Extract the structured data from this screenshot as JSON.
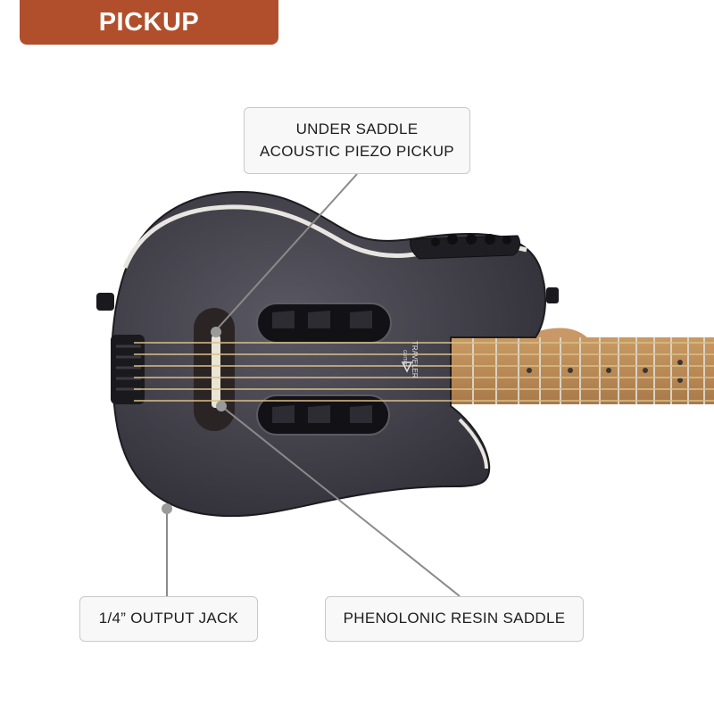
{
  "header": {
    "title": "PICKUP"
  },
  "callouts": {
    "piezo": {
      "line1": "UNDER SADDLE",
      "line2": "ACOUSTIC PIEZO PICKUP"
    },
    "output_jack": {
      "label": "1/4” OUTPUT JACK"
    },
    "saddle": {
      "label": "PHENOLONIC RESIN SADDLE"
    }
  },
  "brand": {
    "name": "TRAVELER",
    "sub": "GUITAR"
  },
  "colors": {
    "banner": "#b14f2c",
    "body": "#4a4852",
    "binding": "#e8e6e0",
    "fretboard": "#b88a55",
    "leader_line": "#8a8a8a"
  }
}
